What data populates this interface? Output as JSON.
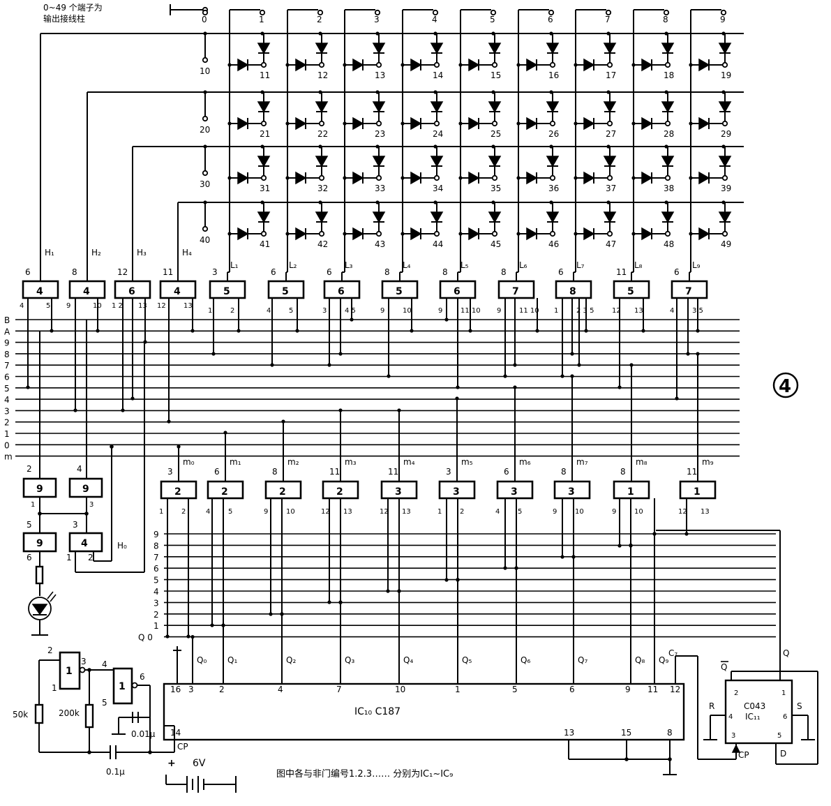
{
  "caption_top": [
    "0~49 个端子为",
    "输出接线柱"
  ],
  "figure_number": "4",
  "bottom_caption": "图中各与非门编号1.2.3…… 分别为IC₁~IC₉",
  "bus_top_labels": [
    "B",
    "A",
    "9",
    "8",
    "7",
    "6",
    "5",
    "4",
    "3",
    "2",
    "1",
    "0",
    "m"
  ],
  "bus_bottom_labels": [
    "9",
    "8",
    "7",
    "6",
    "5",
    "4",
    "3",
    "2",
    "1",
    "Q 0"
  ],
  "top_terminals": [
    "0",
    "1",
    "2",
    "3",
    "4",
    "5",
    "6",
    "7",
    "8",
    "9"
  ],
  "row_terminals": [
    [
      "10",
      "11",
      "12",
      "13",
      "14",
      "15",
      "16",
      "17",
      "18",
      "19"
    ],
    [
      "20",
      "21",
      "22",
      "23",
      "24",
      "25",
      "26",
      "27",
      "28",
      "29"
    ],
    [
      "30",
      "31",
      "32",
      "33",
      "34",
      "35",
      "36",
      "37",
      "38",
      "39"
    ],
    [
      "40",
      "41",
      "42",
      "43",
      "44",
      "45",
      "46",
      "47",
      "48",
      "49"
    ]
  ],
  "h_gates": [
    {
      "pin_out": "6",
      "label": "H₁",
      "ic": "4",
      "pin_a": "4",
      "pin_b": "5"
    },
    {
      "pin_out": "8",
      "label": "H₂",
      "ic": "4",
      "pin_a": "9",
      "pin_b": "10"
    },
    {
      "pin_out": "12",
      "label": "H₃",
      "ic": "6",
      "pin_a": "1 2",
      "pin_b": "13"
    },
    {
      "pin_out": "11",
      "label": "H₄",
      "ic": "4",
      "pin_a": "12",
      "pin_b": "13"
    }
  ],
  "l_gates": [
    {
      "pin_out": "3",
      "label": "L₁",
      "ic": "5",
      "pin_a": "1",
      "pin_b": "2"
    },
    {
      "pin_out": "6",
      "label": "L₂",
      "ic": "5",
      "pin_a": "4",
      "pin_b": "5"
    },
    {
      "pin_out": "6",
      "label": "L₃",
      "ic": "6",
      "pin_a": "3",
      "pin_b": "4 5"
    },
    {
      "pin_out": "8",
      "label": "L₄",
      "ic": "5",
      "pin_a": "9",
      "pin_b": "10"
    },
    {
      "pin_out": "8",
      "label": "L₅",
      "ic": "6",
      "pin_a": "9",
      "pin_b": "11 10"
    },
    {
      "pin_out": "8",
      "label": "L₆",
      "ic": "7",
      "pin_a": "9",
      "pin_b": "11 10"
    },
    {
      "pin_out": "6",
      "label": "L₇",
      "ic": "8",
      "pin_a": "1",
      "pin_b": "2 3 5"
    },
    {
      "pin_out": "11",
      "label": "L₈",
      "ic": "5",
      "pin_a": "12",
      "pin_b": "13"
    },
    {
      "pin_out": "6",
      "label": "L₉",
      "ic": "7",
      "pin_a": "4",
      "pin_b": "3 5"
    }
  ],
  "m_gates": [
    {
      "pin_out": "3",
      "label": "m₀",
      "ic": "2",
      "pin_a": "1",
      "pin_b": "2"
    },
    {
      "pin_out": "6",
      "label": "m₁",
      "ic": "2",
      "pin_a": "4",
      "pin_b": "5"
    },
    {
      "pin_out": "8",
      "label": "m₂",
      "ic": "2",
      "pin_a": "9",
      "pin_b": "10"
    },
    {
      "pin_out": "11",
      "label": "m₃",
      "ic": "2",
      "pin_a": "12",
      "pin_b": "13"
    },
    {
      "pin_out": "11",
      "label": "m₄",
      "ic": "3",
      "pin_a": "12",
      "pin_b": "13"
    },
    {
      "pin_out": "3",
      "label": "m₅",
      "ic": "3",
      "pin_a": "1",
      "pin_b": "2"
    },
    {
      "pin_out": "6",
      "label": "m₆",
      "ic": "3",
      "pin_a": "4",
      "pin_b": "5"
    },
    {
      "pin_out": "8",
      "label": "m₇",
      "ic": "3",
      "pin_a": "9",
      "pin_b": "10"
    },
    {
      "pin_out": "8",
      "label": "m₈",
      "ic": "1",
      "pin_a": "9",
      "pin_b": "10"
    },
    {
      "pin_out": "11",
      "label": "m₉",
      "ic": "1",
      "pin_a": "12",
      "pin_b": "13"
    }
  ],
  "left_gates": {
    "g1": {
      "ic": "9",
      "pin_top": "2",
      "pin_bot": "1"
    },
    "g2": {
      "ic": "9",
      "pin_top": "4",
      "pin_bot": "3"
    },
    "g3": {
      "ic": "9",
      "pin_top": "5",
      "pin_bot": "6"
    },
    "g4": {
      "ic": "4",
      "pin_top": "3",
      "pin_a": "1",
      "pin_b": "2",
      "label": "H₀"
    }
  },
  "counter": {
    "name": "IC₁₀  C187",
    "outputs": [
      "Q₀",
      "Q₁",
      "Q₂",
      "Q₃",
      "Q₄",
      "Q₅",
      "Q₆",
      "Q₇",
      "Q₈",
      "Q₉",
      "C₇"
    ],
    "pins_top": [
      "16",
      "3",
      "2",
      "4",
      "7",
      "10",
      "1",
      "5",
      "6",
      "9",
      "11",
      "12"
    ],
    "pins_bottom": [
      "14",
      "13",
      "15",
      "8"
    ],
    "cp": "CP"
  },
  "flipflop": {
    "name": "C043",
    "ic": "IC₁₁",
    "pins": [
      "2",
      "4",
      "3",
      "6",
      "5",
      "1"
    ],
    "labels": {
      "qbar": "Q",
      "q": "Q",
      "r": "R",
      "s": "S",
      "cp": "CP",
      "d": "D"
    }
  },
  "oscillator": {
    "r1": "50k",
    "r2": "200k",
    "c1": "0.01μ",
    "c2": "0.1μ",
    "g1": {
      "ic": "1",
      "pins": [
        "2",
        "1",
        "3"
      ]
    },
    "g2": {
      "ic": "1",
      "pins": [
        "4",
        "5",
        "6"
      ]
    }
  },
  "supply": {
    "voltage": "6V",
    "plus": "+"
  }
}
